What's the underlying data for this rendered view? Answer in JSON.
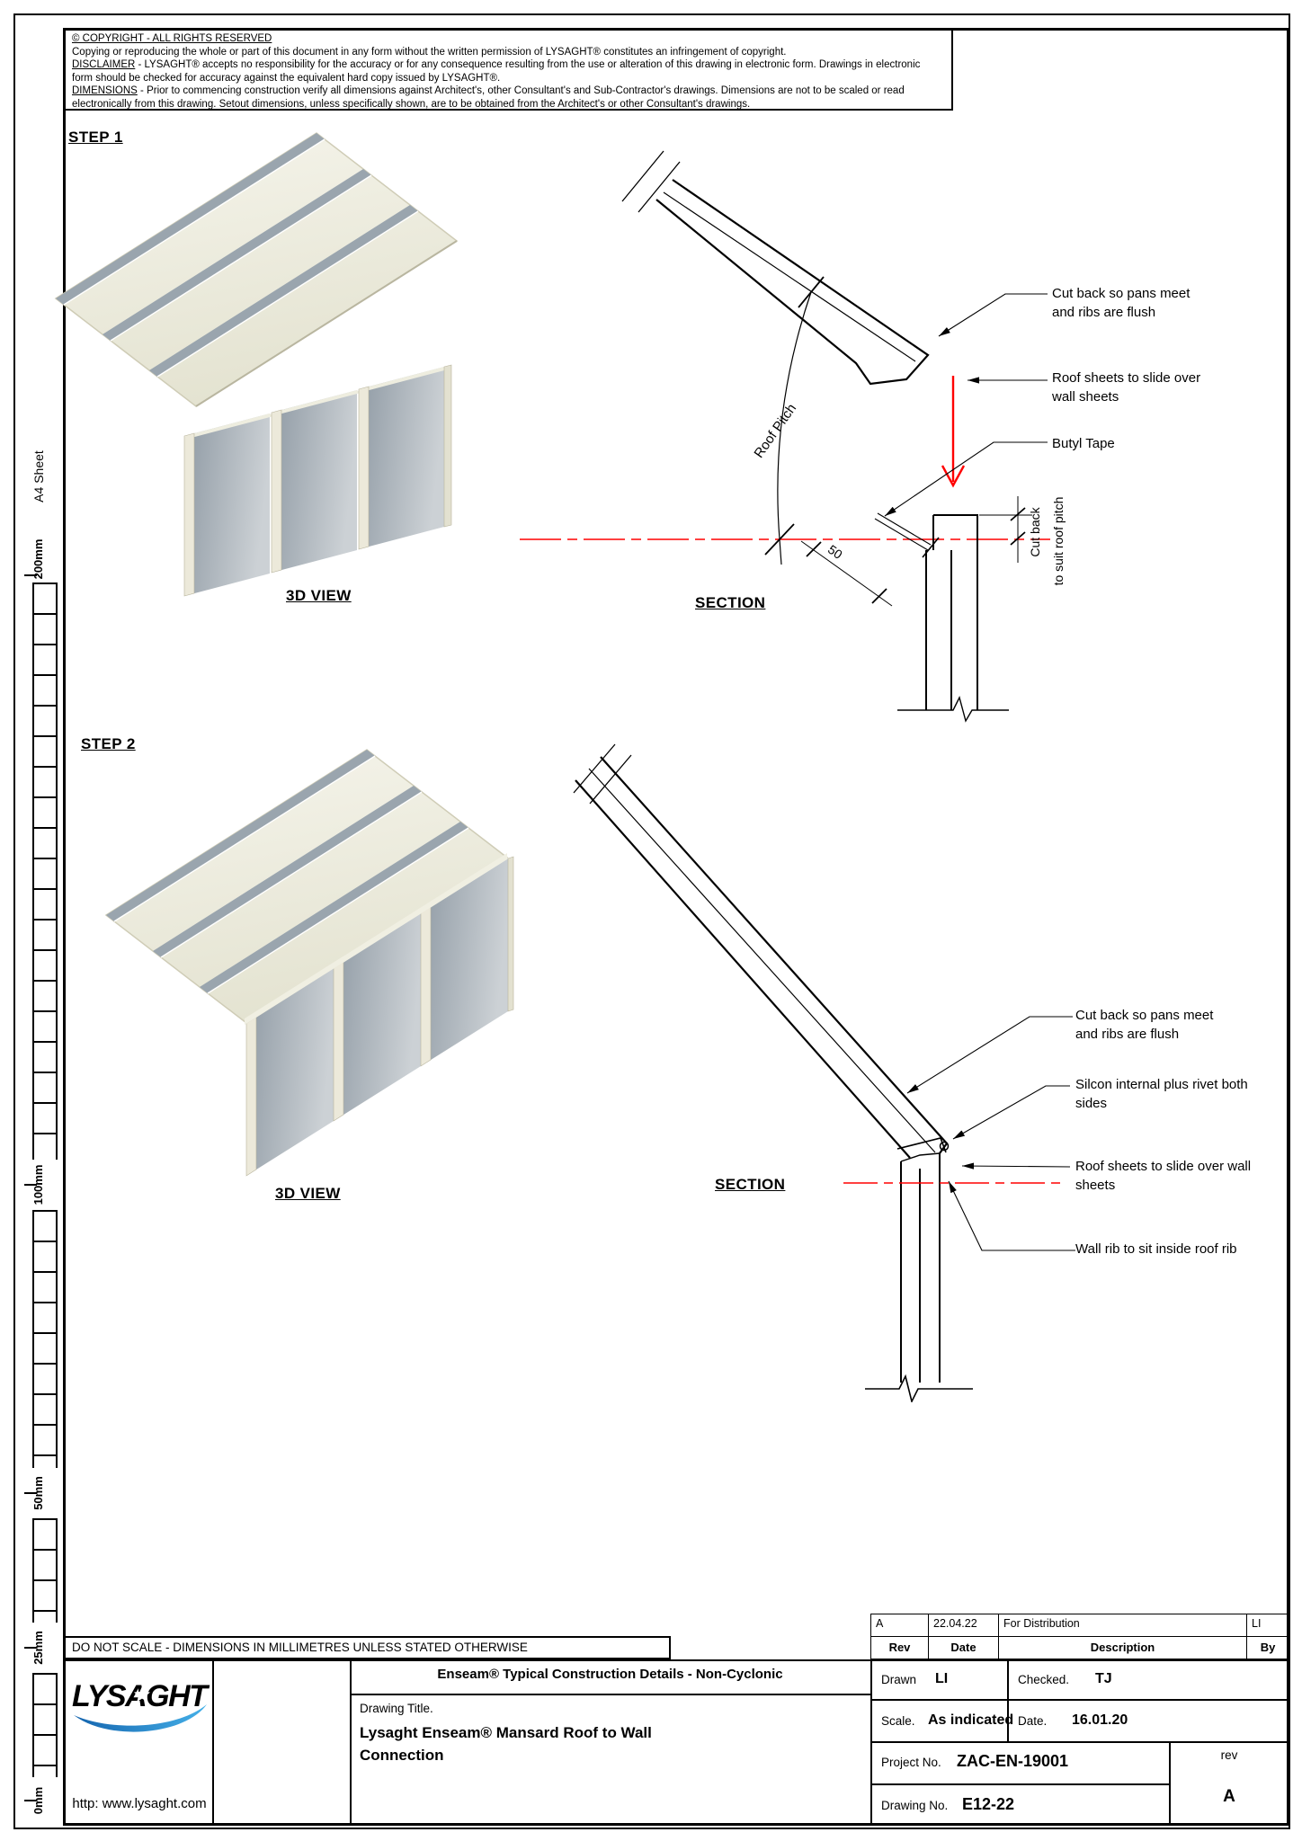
{
  "disclaimer": {
    "copyright": "© COPYRIGHT - ALL RIGHTS RESERVED",
    "copying": "Copying or reproducing the whole or part of this document in any form without the written permission of LYSAGHT® constitutes an infringement of copyright.",
    "disclaimer_label": "DISCLAIMER",
    "disclaimer_text": " - LYSAGHT® accepts no responsibility for the accuracy or for any consequence resulting from the use or alteration of this drawing in electronic form.  Drawings in electronic form should be checked for accuracy against the equivalent hard copy issued by LYSAGHT®.",
    "dimensions_label": "DIMENSIONS",
    "dimensions_text": " - Prior to commencing construction verify all dimensions against Architect's, other Consultant's and Sub-Contractor's drawings. Dimensions are not to be scaled or read electronically from this drawing. Setout dimensions, unless specifically shown, are to be obtained from the Architect's or other Consultant's drawings."
  },
  "ruler": {
    "sheet_label": "A4 Sheet",
    "marks": [
      "200mm",
      "100mm",
      "50mm",
      "25mm",
      "0mm"
    ]
  },
  "step1": {
    "heading": "STEP 1",
    "view_label": "3D VIEW",
    "section_label": "SECTION",
    "roof_pitch_label": "Roof Pitch",
    "dim_50": "50",
    "cut_back_dim_line1": "Cut back",
    "cut_back_dim_line2": "to suit roof pitch",
    "annotations": {
      "cut_back": "Cut back so pans meet and ribs are flush",
      "slide": "Roof sheets to slide over wall sheets",
      "butyl": "Butyl Tape"
    }
  },
  "step2": {
    "heading": "STEP 2",
    "view_label": "3D VIEW",
    "section_label": "SECTION",
    "annotations": {
      "cut_back": "Cut back so pans meet and ribs are flush",
      "silicon": "Silcon internal plus rivet both sides",
      "slide": "Roof sheets to slide over wall sheets",
      "wall_rib": "Wall rib to sit inside roof rib"
    }
  },
  "title_block": {
    "do_not_scale": "DO NOT SCALE - DIMENSIONS IN MILLIMETRES UNLESS STATED OTHERWISE",
    "logo_text": "LYSAGHT",
    "website": "http: www.lysaght.com",
    "series_title": "Enseam® Typical Construction Details - Non-Cyclonic",
    "drawing_title_label": "Drawing Title.",
    "drawing_title": "Lysaght Enseam® Mansard Roof to Wall Connection",
    "revisions": {
      "entry": {
        "rev": "A",
        "date": "22.04.22",
        "description": "For Distribution",
        "by": "LI"
      },
      "headers": {
        "rev": "Rev",
        "date": "Date",
        "description": "Description",
        "by": "By"
      }
    },
    "drawn_label": "Drawn",
    "drawn": "LI",
    "checked_label": "Checked.",
    "checked": "TJ",
    "scale_label": "Scale.",
    "scale": "As indicated",
    "date_label": "Date.",
    "date": "16.01.20",
    "project_label": "Project No.",
    "project": "ZAC-EN-19001",
    "rev_small_label": "rev",
    "rev_value": "A",
    "drawing_no_label": "Drawing No.",
    "drawing_no": "E12-22"
  },
  "colors": {
    "accent_red": "#ff0000",
    "logo_blue_dark": "#1464ae",
    "logo_blue_light": "#45b0e8",
    "panel_cream": "#f0efe4",
    "panel_shadow_gray": "#9aa5ae"
  }
}
